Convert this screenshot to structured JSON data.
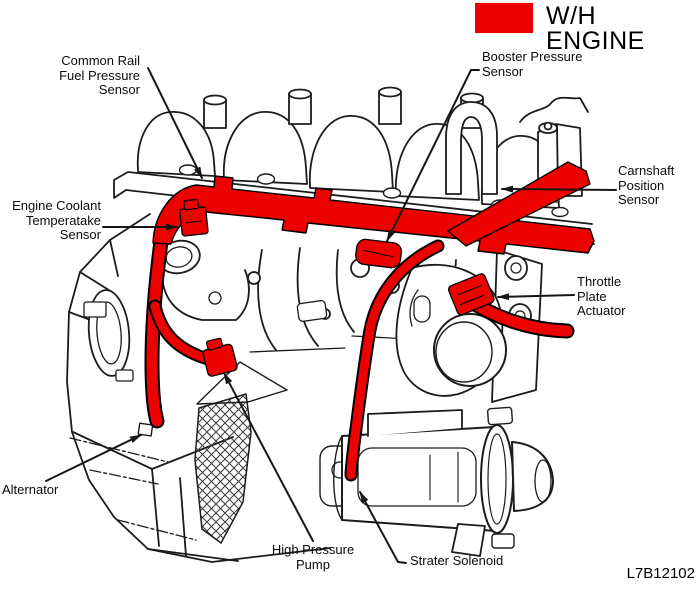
{
  "legend": {
    "label": "W/H ENGINE",
    "swatch_color": "#ec0000"
  },
  "figure_code": "L7B12102",
  "callouts": {
    "common_rail_fuel_pressure_sensor": "Common Rail\nFuel Pressure\nSensor",
    "booster_pressure_sensor": "Booster Pressure\nSensor",
    "camshaft_position_sensor": "Carnshaft\nPosition\nSensor",
    "engine_coolant_temperature_sensor": "Engine Coolant\nTemperatake\nSensor",
    "throttle_plate_actuator": "Throttle\nPlate\nActuator",
    "alternator": "Alternator",
    "high_pressure_pump": "High Pressure\nPump",
    "starter_solenoid": "Strater Solenoid"
  },
  "colors": {
    "harness_red": "#ec0000",
    "line_black": "#1c1c1c"
  }
}
